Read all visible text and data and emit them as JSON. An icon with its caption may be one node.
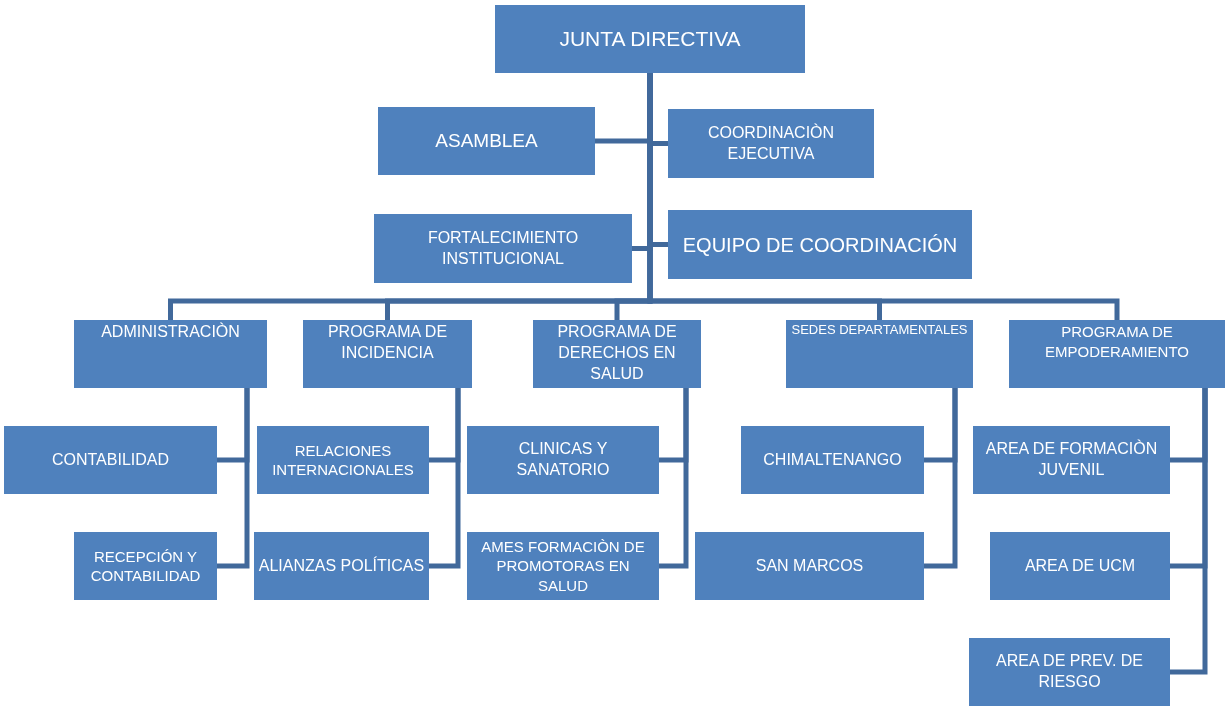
{
  "diagram": {
    "nodes": [
      {
        "text": [
          "JUNTA DIRECTIVA"
        ]
      },
      {
        "text": [
          "ASAMBLEA"
        ]
      },
      {
        "text": [
          "COORDINACIÒN EJECUTIVA"
        ]
      },
      {
        "text": [
          "FORTALECIMIENTO INSTITUCIONAL"
        ]
      },
      {
        "text": [
          "EQUIPO DE COORDINACIÓN"
        ]
      },
      {
        "text": [
          "ADMINISTRACIÒN"
        ]
      },
      {
        "text": [
          "PROGRAMA DE INCIDENCIA"
        ]
      },
      {
        "text": [
          "PROGRAMA DE DERECHOS EN SALUD"
        ]
      },
      {
        "text": [
          "SEDES DEPARTAMENTALES"
        ]
      },
      {
        "text": [
          "PROGRAMA DE EMPODERAMIENTO"
        ]
      },
      {
        "text": [
          "CONTABILIDAD"
        ]
      },
      {
        "text": [
          "RECEPCIÓN Y CONTABILIDAD"
        ]
      },
      {
        "text": [
          "RELACIONES INTERNACIONALES"
        ]
      },
      {
        "text": [
          "ALIANZAS POLÍTICAS"
        ]
      },
      {
        "text": [
          "CLINICAS Y SANATORIO"
        ]
      },
      {
        "text": [
          "AMES FORMACIÒN DE PROMOTORAS EN SALUD"
        ]
      },
      {
        "text": [
          "CHIMALTENANGO"
        ]
      },
      {
        "text": [
          "SAN MARCOS"
        ]
      },
      {
        "text": [
          "AREA DE FORMACIÒN JUVENIL"
        ]
      },
      {
        "text": [
          "AREA DE UCM"
        ]
      },
      {
        "text": [
          "AREA DE PREV. DE RIESGO"
        ]
      }
    ],
    "edges": [
      {
        "from": 0,
        "to": 1,
        "arrow": "none"
      },
      {
        "from": 0,
        "to": 2,
        "arrow": "none"
      },
      {
        "from": 0,
        "to": 3,
        "arrow": "none"
      },
      {
        "from": 0,
        "to": 4,
        "arrow": "none"
      },
      {
        "from": 0,
        "to": 5,
        "arrow": "none"
      },
      {
        "from": 0,
        "to": 6,
        "arrow": "none"
      },
      {
        "from": 0,
        "to": 7,
        "arrow": "none"
      },
      {
        "from": 0,
        "to": 8,
        "arrow": "none"
      },
      {
        "from": 0,
        "to": 9,
        "arrow": "none"
      },
      {
        "from": 5,
        "to": 10,
        "arrow": "none"
      },
      {
        "from": 5,
        "to": 11,
        "arrow": "none"
      },
      {
        "from": 6,
        "to": 12,
        "arrow": "none"
      },
      {
        "from": 6,
        "to": 13,
        "arrow": "none"
      },
      {
        "from": 7,
        "to": 14,
        "arrow": "none"
      },
      {
        "from": 7,
        "to": 15,
        "arrow": "none"
      },
      {
        "from": 8,
        "to": 16,
        "arrow": "none"
      },
      {
        "from": 8,
        "to": 17,
        "arrow": "none"
      },
      {
        "from": 9,
        "to": 18,
        "arrow": "none"
      },
      {
        "from": 9,
        "to": 19,
        "arrow": "none"
      },
      {
        "from": 9,
        "to": 20,
        "arrow": "none"
      }
    ]
  }
}
